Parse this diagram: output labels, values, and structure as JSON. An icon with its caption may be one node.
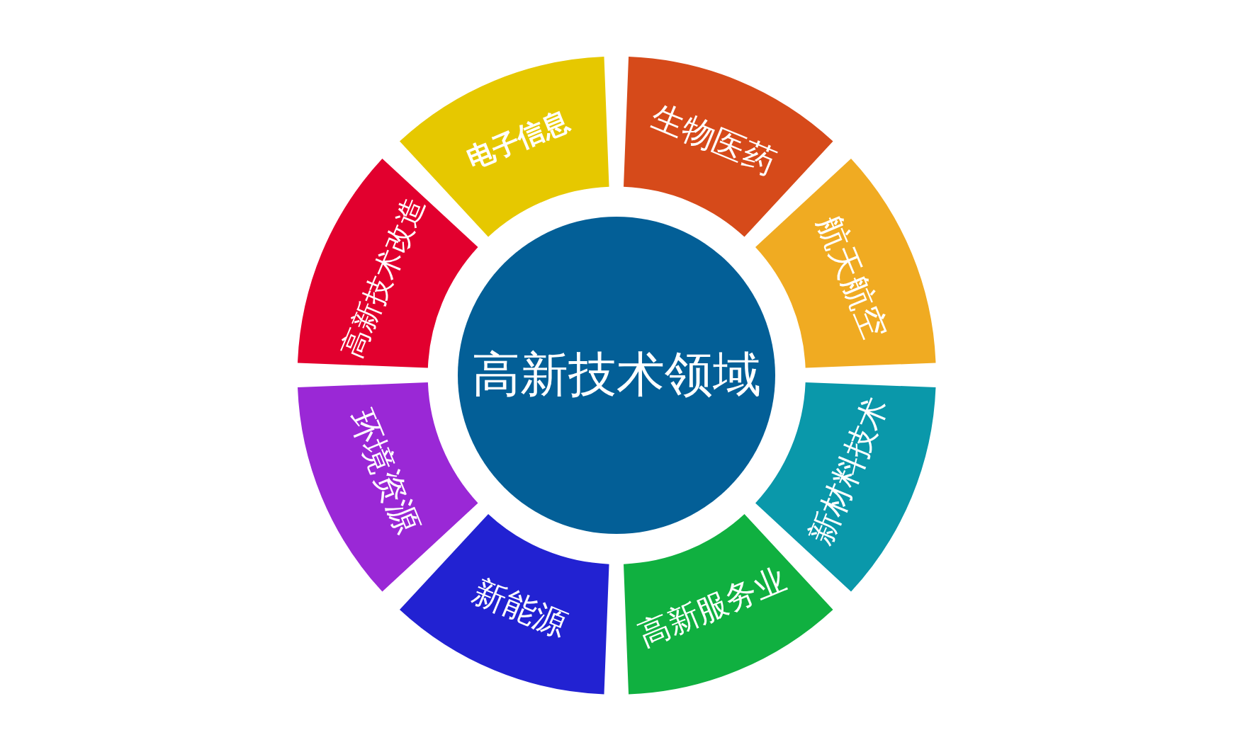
{
  "diagram": {
    "nodes": [
      {
        "text": [
          "高新技术领域"
        ]
      },
      {
        "text": [
          "电子信息"
        ]
      },
      {
        "text": [
          "生物医药"
        ]
      },
      {
        "text": [
          "航天航空"
        ]
      },
      {
        "text": [
          "新材料技术"
        ]
      },
      {
        "text": [
          "高新服务业"
        ]
      },
      {
        "text": [
          "新能源"
        ]
      },
      {
        "text": [
          "环境资源"
        ]
      },
      {
        "text": [
          "高新技术改造"
        ]
      }
    ]
  }
}
